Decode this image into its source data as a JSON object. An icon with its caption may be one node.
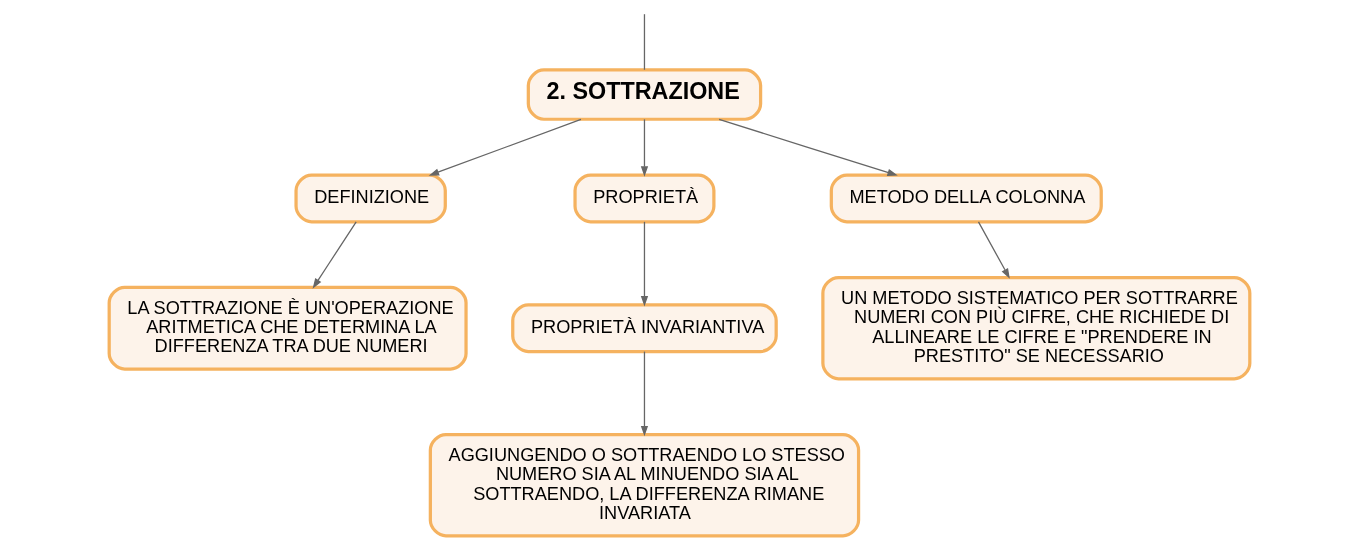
{
  "diagram": {
    "nodes": [
      {
        "text": [
          "2. SOTTRAZIONE"
        ]
      },
      {
        "text": [
          "DEFINIZIONE"
        ]
      },
      {
        "text": [
          "PROPRIETÀ"
        ]
      },
      {
        "text": [
          "METODO DELLA COLONNA"
        ]
      },
      {
        "text": [
          "LA SOTTRAZIONE È UN'OPERAZIONE ARITMETICA CHE DETERMINA LA DIFFERENZA TRA DUE NUMERI"
        ]
      },
      {
        "text": [
          "PROPRIETÀ INVARIANTIVA"
        ]
      },
      {
        "text": [
          "AGGIUNGENDO O SOTTRAENDO LO STESSO NUMERO SIA AL MINUENDO SIA AL SOTTRAENDO, LA DIFFERENZA RIMANE INVARIATA"
        ]
      },
      {
        "text": [
          "UN METODO SISTEMATICO PER SOTTRARRE NUMERI CON PIÙ CIFRE, CHE RICHIEDE DI ALLINEARE LE CIFRE E \"PRENDERE IN PRESTITO\" SE NECESSARIO"
        ]
      }
    ],
    "edges": [
      {
        "from": null,
        "to": 0,
        "arrow": "none"
      },
      {
        "from": 0,
        "to": 1,
        "arrow": "to"
      },
      {
        "from": 0,
        "to": 2,
        "arrow": "to"
      },
      {
        "from": 0,
        "to": 3,
        "arrow": "to"
      },
      {
        "from": 1,
        "to": 4,
        "arrow": "to"
      },
      {
        "from": 2,
        "to": 5,
        "arrow": "to"
      },
      {
        "from": 5,
        "to": 6,
        "arrow": "to"
      },
      {
        "from": 3,
        "to": 7,
        "arrow": "to"
      }
    ]
  }
}
